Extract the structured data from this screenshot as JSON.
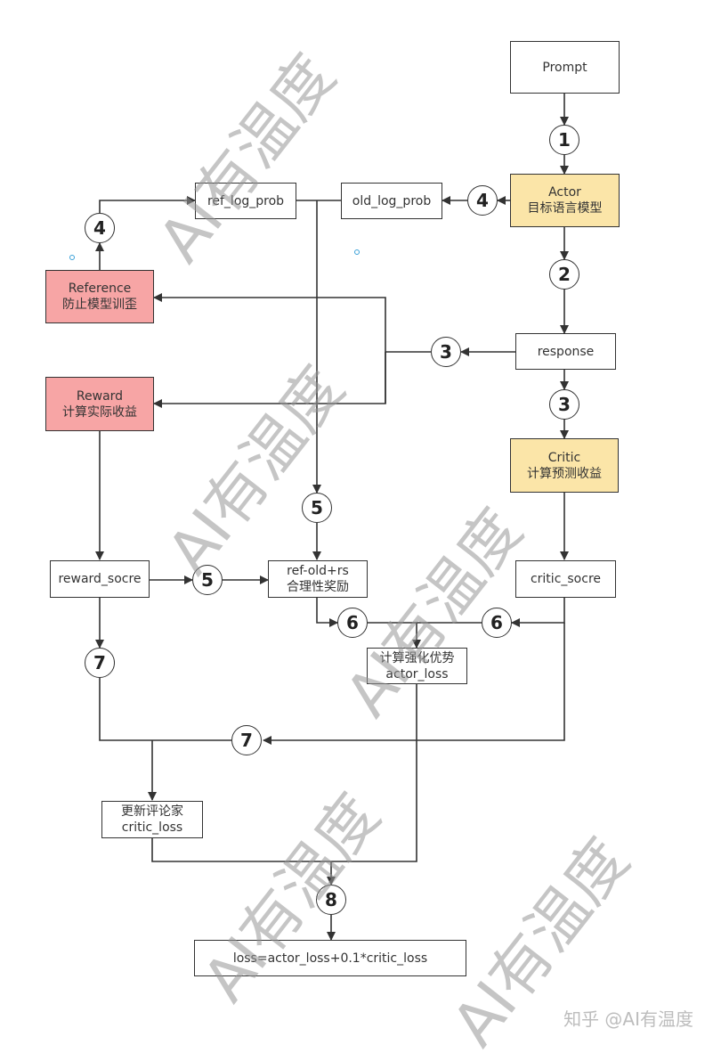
{
  "nodes": {
    "prompt": {
      "label": "Prompt"
    },
    "actor": {
      "line1": "Actor",
      "line2": "目标语言模型",
      "color": "#fbe5a8"
    },
    "old_log_prob": {
      "label": "old_log_prob"
    },
    "ref_log_prob": {
      "label": "ref_log_prob"
    },
    "reference": {
      "line1": "Reference",
      "line2": "防止模型训歪",
      "color": "#f7a5a5"
    },
    "response": {
      "label": "response"
    },
    "reward": {
      "line1": "Reward",
      "line2": "计算实际收益",
      "color": "#f7a5a5"
    },
    "critic": {
      "line1": "Critic",
      "line2": "计算预测收益",
      "color": "#fbe5a8"
    },
    "reward_socre": {
      "label": "reward_socre"
    },
    "ref_old_rs": {
      "line1": "ref-old+rs",
      "line2": "合理性奖励"
    },
    "critic_socre": {
      "label": "critic_socre"
    },
    "actor_loss": {
      "line1": "计算强化优势",
      "line2": "actor_loss"
    },
    "critic_loss": {
      "line1": "更新评论家",
      "line2": "critic_loss"
    },
    "loss": {
      "label": "loss=actor_loss+0.1*critic_loss"
    }
  },
  "steps": {
    "s1": "1",
    "s2": "2",
    "s3_left": "3",
    "s3_down": "3",
    "s4_right": "4",
    "s4_left": "4",
    "s5_top": "5",
    "s5_left": "5",
    "s6_left": "6",
    "s6_right": "6",
    "s7_top": "7",
    "s7_bottom": "7",
    "s8": "8"
  },
  "watermark": {
    "text": "AI有温度"
  },
  "credit": {
    "text": "知乎 @AI有温度"
  }
}
